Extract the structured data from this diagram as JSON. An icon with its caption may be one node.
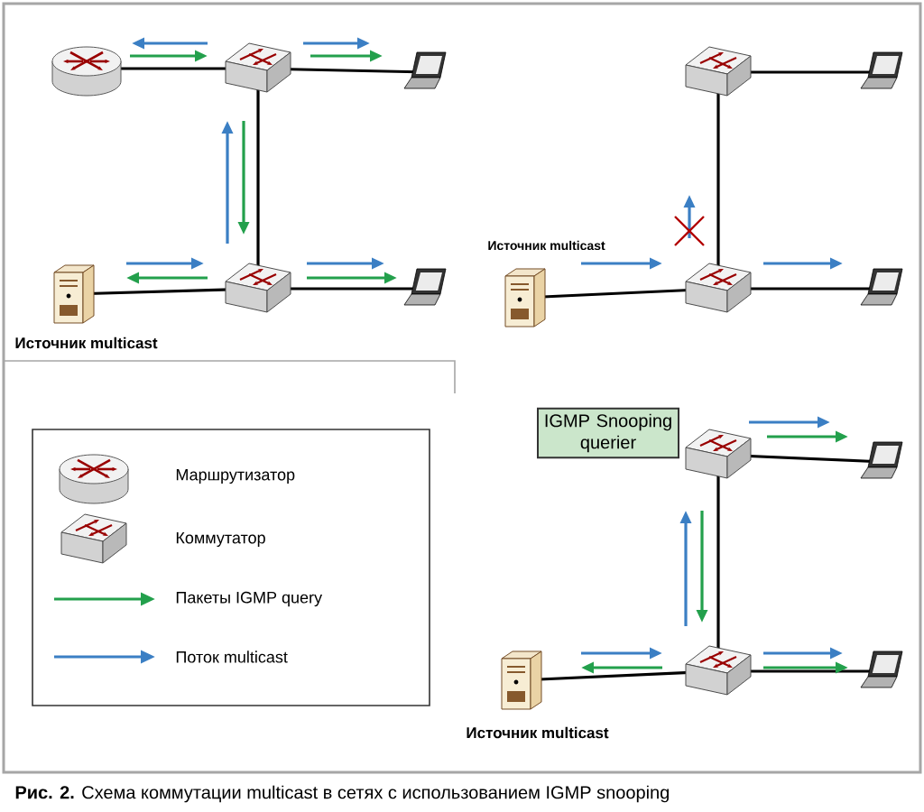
{
  "diagram": {
    "caption": "**Рис. 2.** Схема коммутации multicast в сетях с использованием IGMP snooping",
    "nodes": [
      {
        "text": [],
        "shape": "cylinder"
      },
      {
        "text": [],
        "shape": "box"
      },
      {
        "text": [],
        "shape": "picture"
      },
      {
        "text": [],
        "shape": "picture",
        "beside": [
          "Источник multicast"
        ]
      },
      {
        "text": [],
        "shape": "box"
      },
      {
        "text": [],
        "shape": "picture"
      },
      {
        "text": [],
        "shape": "box"
      },
      {
        "text": [],
        "shape": "picture"
      },
      {
        "text": [],
        "shape": "picture",
        "beside": [
          "Источник multicast"
        ]
      },
      {
        "text": [],
        "shape": "box"
      },
      {
        "text": [],
        "shape": "picture"
      },
      {
        "text": [
          "IGMP Snooping querier"
        ]
      },
      {
        "text": [],
        "shape": "box"
      },
      {
        "text": [],
        "shape": "picture"
      },
      {
        "text": [],
        "shape": "picture",
        "beside": [
          "Источник multicast"
        ]
      },
      {
        "text": [],
        "shape": "box"
      },
      {
        "text": [],
        "shape": "picture"
      }
    ],
    "edges": [
      {
        "from": 0,
        "to": 1,
        "arrow": "none"
      },
      {
        "from": 1,
        "to": 2,
        "arrow": "none"
      },
      {
        "from": 1,
        "to": 4,
        "arrow": "none"
      },
      {
        "from": 3,
        "to": 4,
        "arrow": "none"
      },
      {
        "from": 4,
        "to": 5,
        "arrow": "none"
      },
      {
        "from": 6,
        "to": 7,
        "arrow": "none"
      },
      {
        "from": 6,
        "to": 9,
        "arrow": "none"
      },
      {
        "from": 8,
        "to": 9,
        "arrow": "none"
      },
      {
        "from": 9,
        "to": 10,
        "arrow": "none"
      },
      {
        "from": 12,
        "to": 13,
        "arrow": "none"
      },
      {
        "from": 12,
        "to": 15,
        "arrow": "none"
      },
      {
        "from": 14,
        "to": 15,
        "arrow": "none"
      },
      {
        "from": 15,
        "to": 16,
        "arrow": "none"
      }
    ],
    "legend": [
      {
        "text": "Маршрутизатор"
      },
      {
        "text": "Коммутатор"
      },
      {
        "text": "Пакеты IGMP query",
        "color": "#23a04c"
      },
      {
        "text": "Поток multicast",
        "color": "#3b7fc4"
      }
    ]
  }
}
